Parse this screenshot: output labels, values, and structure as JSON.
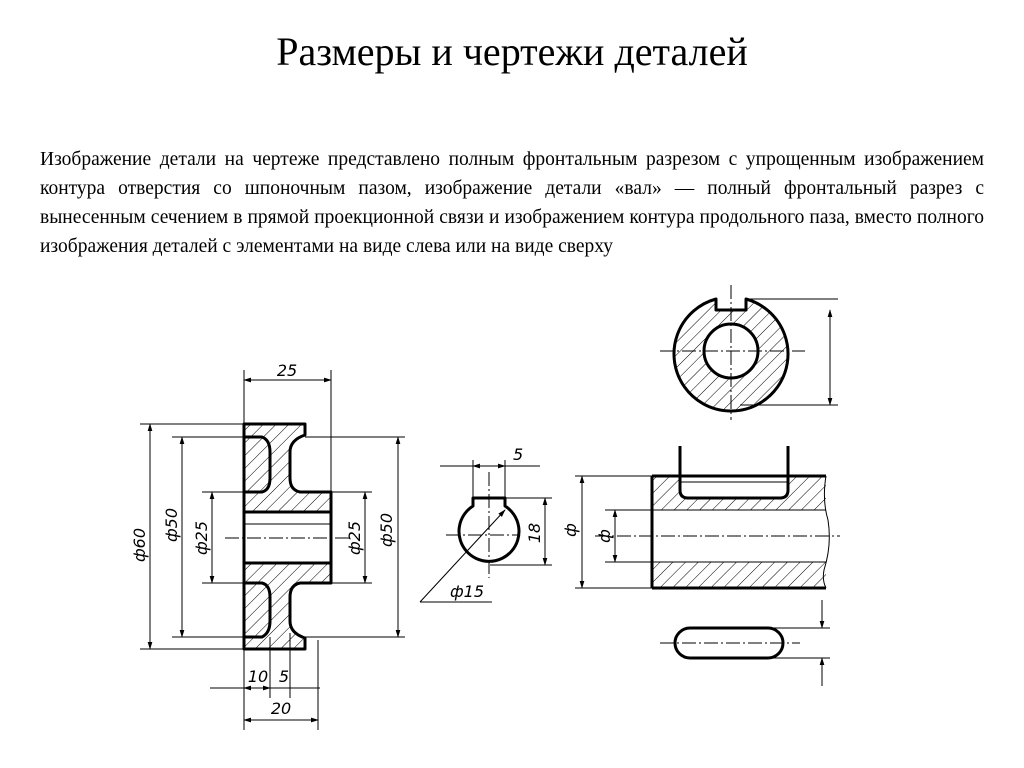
{
  "title": "Размеры и чертежи деталей",
  "description": "Изображение детали на чертеже представлено полным фронтальным разрезом с упрощенным изображением контура отверстия со шпоночным пазом, изображение детали «вал» — полный фронтальный разрез с вынесенным сечением в прямой проекционной связи и изображением контура продольного паза, вместо полного изображения деталей с элементами на виде слева или на виде сверху",
  "dimensions": {
    "hub_length": "25",
    "outer_diameter": "ф60",
    "web_diameter_left": "ф50",
    "bore_left": "ф25",
    "bore_right": "ф25",
    "web_diameter_right": "ф50",
    "web_offset": "10",
    "web_thickness": "5",
    "rim_width": "20",
    "keyway_width": "5",
    "keyway_depth": "18",
    "section_diameter": "ф15",
    "shaft_diameter_outer": "ф",
    "shaft_diameter_inner": "ф"
  },
  "colors": {
    "ink": "#000000",
    "background": "#ffffff"
  }
}
